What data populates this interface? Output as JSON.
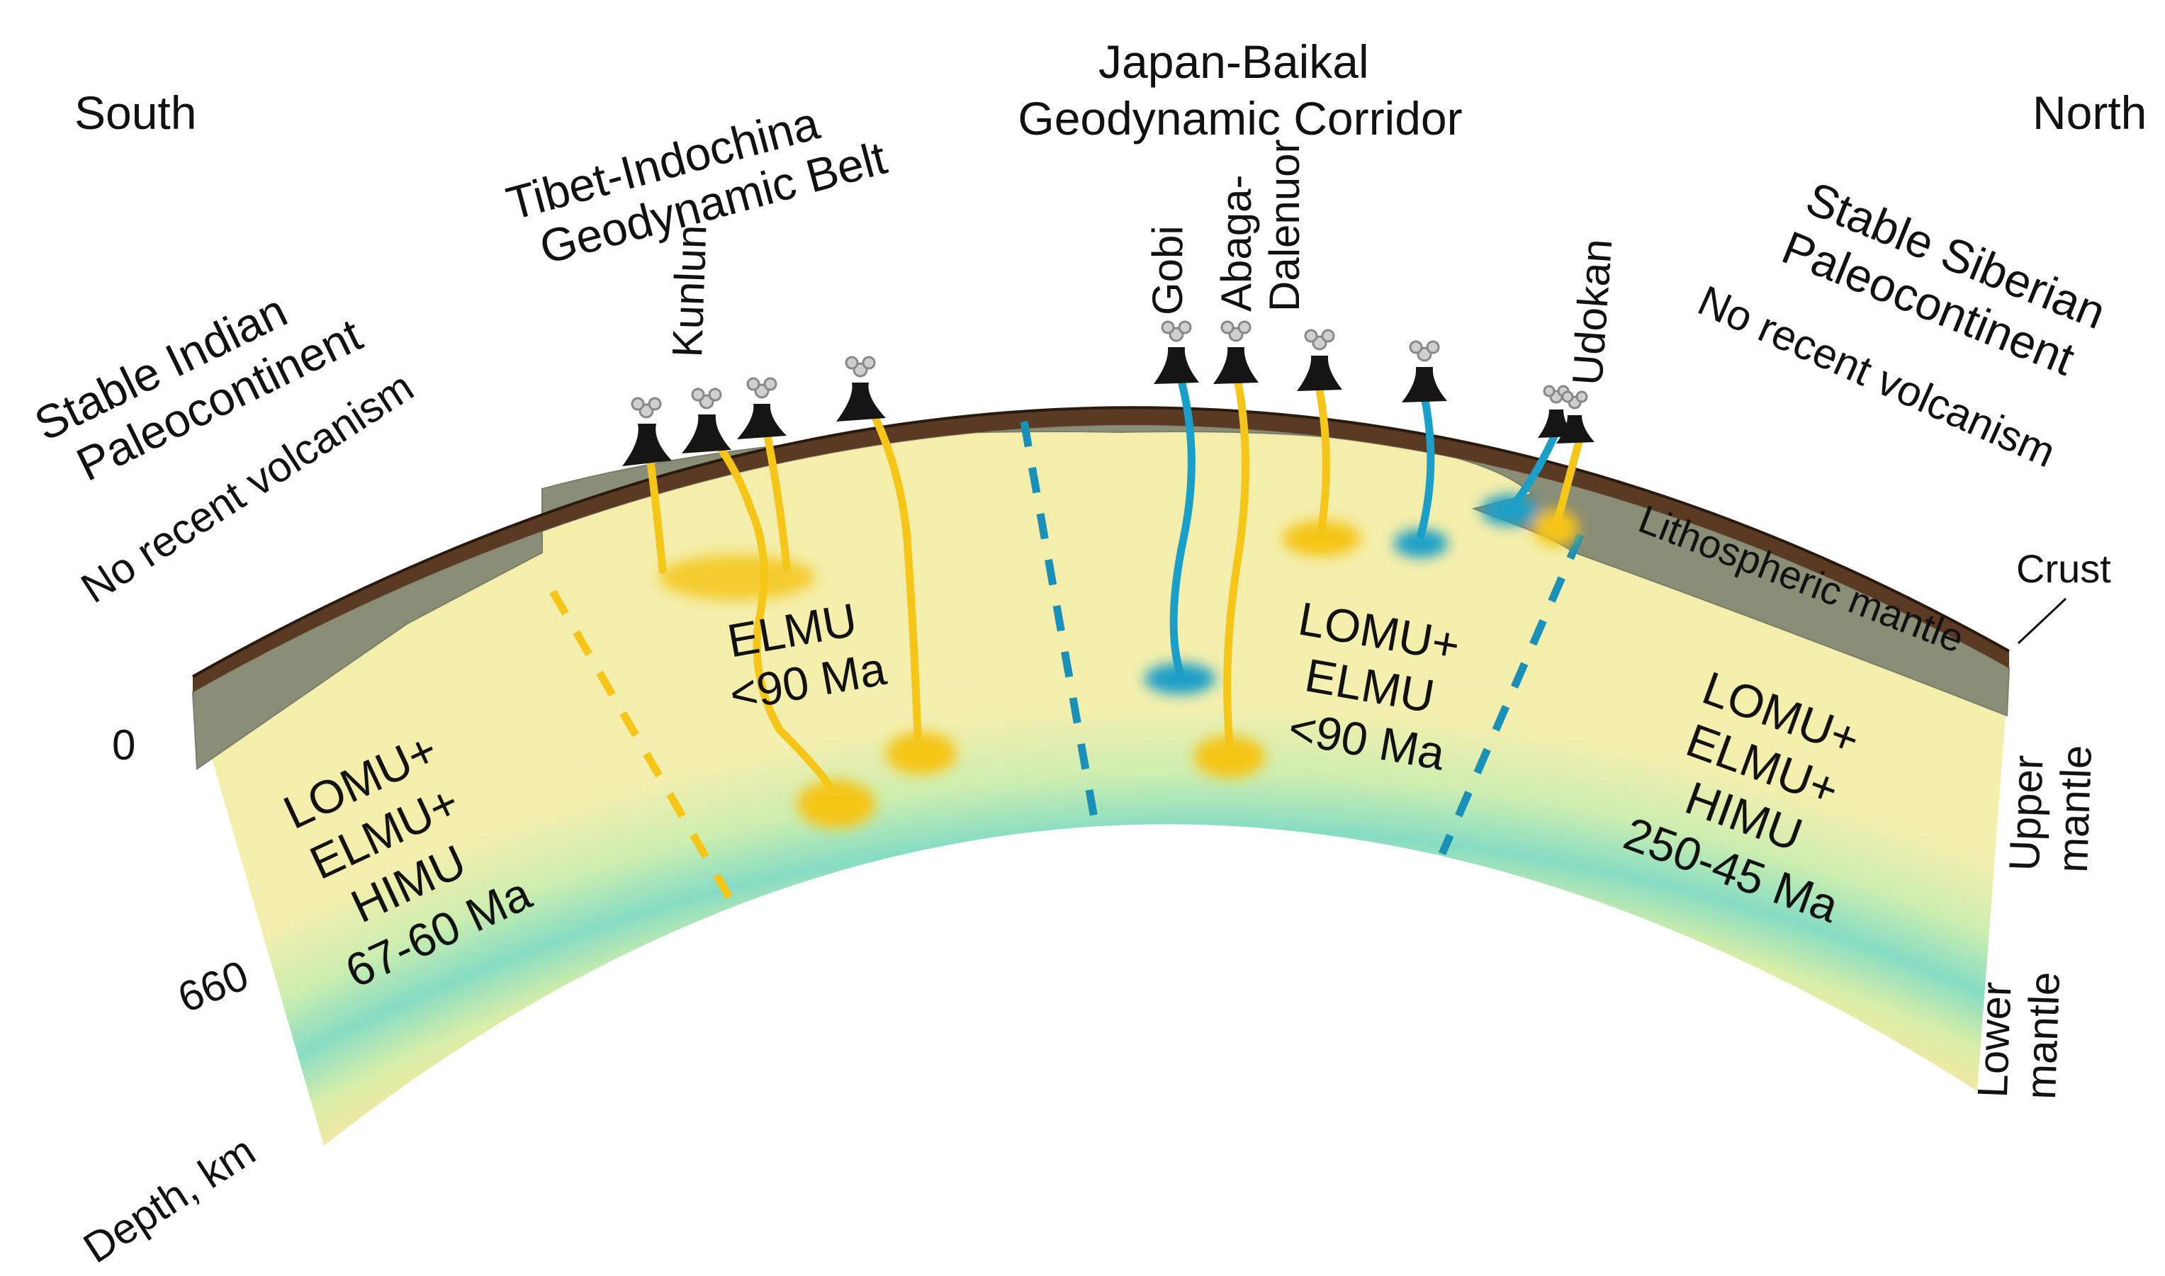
{
  "labels": {
    "south": "South",
    "north": "North",
    "tibet_belt": [
      "Tibet-Indochina",
      "Geodynamic Belt"
    ],
    "japan_corridor": [
      "Japan-Baikal",
      "Geodynamic Corridor"
    ],
    "indian_paleocontinent": [
      "Stable Indian",
      "Paleocontinent"
    ],
    "siberian_paleocontinent": [
      "Stable Siberian",
      "Paleocontinent"
    ],
    "no_volcanism_south": "No recent volcanism",
    "no_volcanism_north": "No recent volcanism",
    "kunlun": "Kunlun",
    "gobi": "Gobi",
    "abaga_dalenuor": [
      "Abaga-",
      "Dalenuor"
    ],
    "udokan": "Udokan",
    "crust": "Crust",
    "lithospheric_mantle": "Lithospheric mantle",
    "upper_mantle": [
      "Upper",
      "mantle"
    ],
    "lower_mantle": [
      "Lower",
      "mantle"
    ],
    "depth_0": "0",
    "depth_660": "660",
    "depth_axis": "Depth, km"
  },
  "regions": {
    "south": [
      "LOMU+",
      "ELMU+",
      "HIMU",
      "67-60 Ma"
    ],
    "tibet": [
      "ELMU",
      "<90 Ma"
    ],
    "japan": [
      "LOMU+",
      "ELMU",
      "<90 Ma"
    ],
    "north": [
      "LOMU+",
      "ELMU+",
      "HIMU",
      "250-45 Ma"
    ]
  },
  "colors": {
    "crust": "#5a3a22",
    "lithospheric_mantle": "#8a8e76",
    "upper_mantle": "#f5eeaa",
    "transition_band": "#86dcc4",
    "lower_mantle": "#fbe7a0",
    "plume_yellow": "#f5c518",
    "plume_blue": "#1a9fc8",
    "volcano": "#151515"
  }
}
